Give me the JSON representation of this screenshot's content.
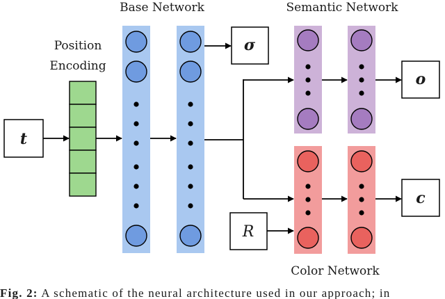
{
  "labels": {
    "base_network": "Base Network",
    "semantic_network": "Semantic Network",
    "color_network": "Color Network",
    "position_encoding_line1": "Position",
    "position_encoding_line2": "Encoding"
  },
  "symbols": {
    "input_t": "t",
    "sigma": "σ",
    "o": "o",
    "c": "c",
    "R": "R"
  },
  "caption": {
    "label": "Fig. 2:",
    "text": "A schematic of the neural architecture used in our approach; in"
  },
  "colors": {
    "base_column_fill": "#a9c8f0",
    "base_node_fill": "#6f9be0",
    "semantic_column_fill": "#cdb2d8",
    "semantic_node_fill": "#a57cc0",
    "color_column_fill": "#f29c9c",
    "color_node_fill": "#e9625e",
    "encoding_fill": "#9ed88f"
  }
}
